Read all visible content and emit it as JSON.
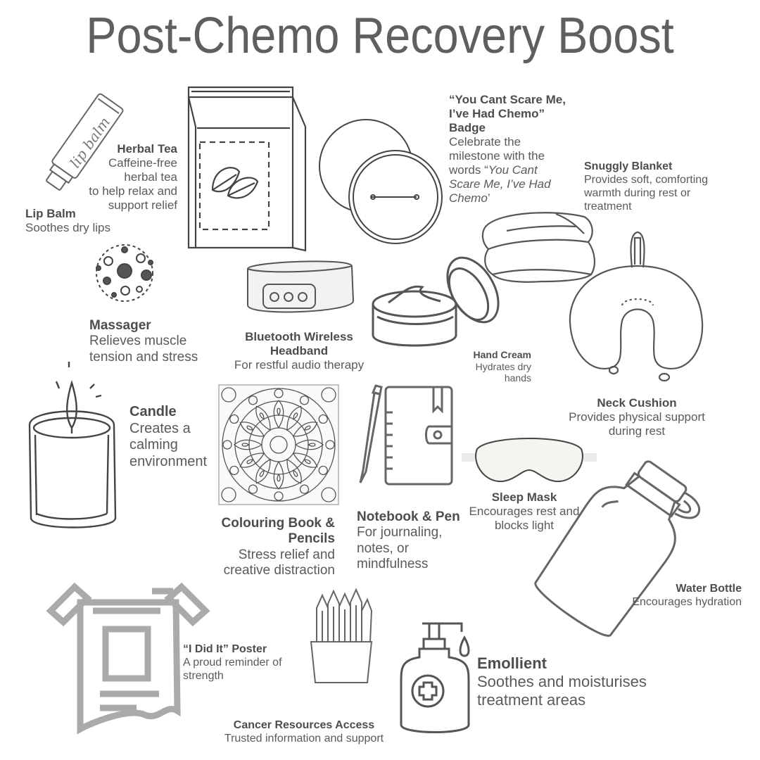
{
  "title": "Post-Chemo Recovery Boost",
  "colors": {
    "ink": "#555555",
    "title": "#5f5f5f",
    "background": "#ffffff"
  },
  "items": {
    "lip_balm": {
      "name": "Lip Balm",
      "desc": "Soothes dry lips",
      "tube_text": "lip balm",
      "icon": "lip-balm-tube-icon"
    },
    "herbal_tea": {
      "name": "Herbal Tea",
      "desc": "Caffeine-free\nherbal tea\nto help relax and\nsupport relief",
      "icon": "tea-bag-icon"
    },
    "badge": {
      "name": "“You Cant Scare Me,\nI’ve Had Chemo”\nBadge",
      "desc_plain": "Celebrate the\nmilestone with the\nwords “",
      "desc_italic": "You Cant\nScare Me, I’ve Had\nChemo",
      "desc_end": "’",
      "icon": "pin-badge-icon"
    },
    "snuggly_blanket": {
      "name": "Snuggly Blanket",
      "desc": "Provides soft, comforting\nwarmth during rest or\ntreatment",
      "icon": "folded-blanket-icon"
    },
    "massager": {
      "name": "Massager",
      "desc": "Relieves muscle\ntension and stress",
      "icon": "massager-ball-icon"
    },
    "headband": {
      "name": "Bluetooth Wireless\nHeadband",
      "desc": "For restful audio therapy",
      "icon": "headband-icon"
    },
    "hand_cream": {
      "name": "Hand Cream",
      "desc": "Hydrates dry\nhands",
      "icon": "cream-jar-icon"
    },
    "neck_cushion": {
      "name": "Neck Cushion",
      "desc": "Provides physical support\nduring rest",
      "icon": "neck-pillow-icon"
    },
    "candle": {
      "name": "Candle",
      "desc": "Creates a\ncalming\nenvironment",
      "icon": "candle-icon"
    },
    "colouring_book": {
      "name": "Colouring Book &\nPencils",
      "desc": "Stress relief and\ncreative distraction",
      "icon": "mandala-icon"
    },
    "notebook": {
      "name": "Notebook & Pen",
      "desc": "For journaling,\nnotes, or\nmindfulness",
      "icon": "notebook-pen-icon"
    },
    "sleep_mask": {
      "name": "Sleep Mask",
      "desc": "Encourages rest and\nblocks light",
      "icon": "sleep-mask-icon"
    },
    "water_bottle": {
      "name": "Water Bottle",
      "desc": "Encourages hydration",
      "icon": "water-bottle-icon"
    },
    "poster": {
      "name": "“I Did It” Poster",
      "desc": "A proud reminder of\nstrength",
      "icon": "poster-icon"
    },
    "cancer_resources": {
      "name": "Cancer Resources Access",
      "desc": "Trusted information and support",
      "icon": "pencil-cup-icon"
    },
    "emollient": {
      "name": "Emollient",
      "desc": "Soothes and moisturises\ntreatment areas",
      "icon": "pump-bottle-icon"
    }
  }
}
